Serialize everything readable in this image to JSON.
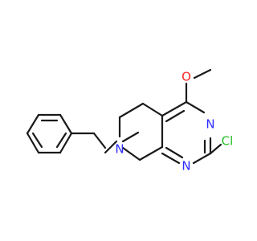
{
  "molecule": {
    "atoms": {
      "n_pip": "N",
      "n_pyr_top": "N",
      "n_pyr_bottom": "N",
      "o_methoxy": "O",
      "cl": "Cl"
    },
    "colors": {
      "bond": "#1a1a1a",
      "nitrogen": "#2b2bff",
      "oxygen": "#ff2020",
      "chlorine": "#1fbf1f",
      "background": "#ffffff"
    }
  }
}
